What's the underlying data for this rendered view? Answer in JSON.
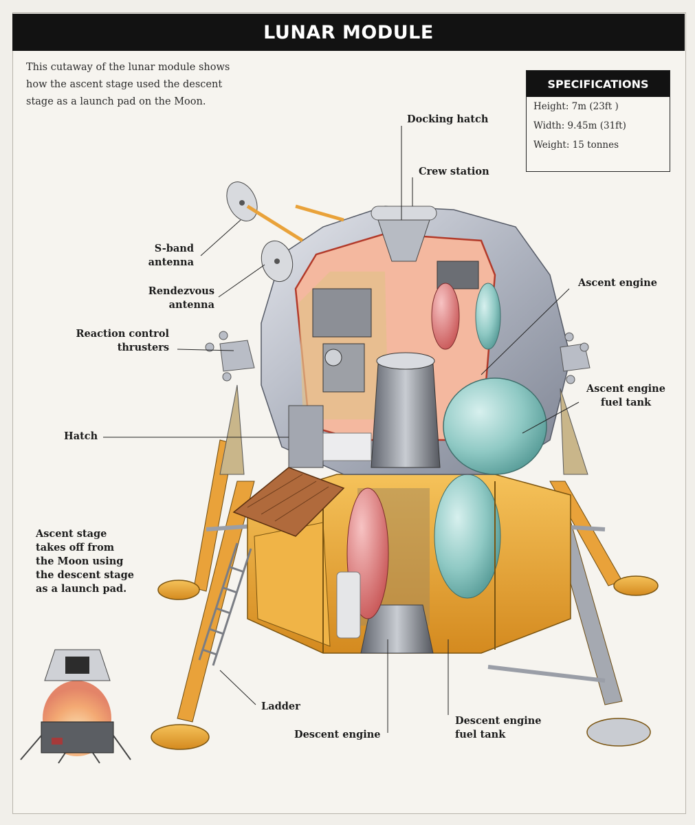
{
  "header": {
    "title": "LUNAR MODULE"
  },
  "intro": {
    "lines": [
      "This cutaway of the lunar module shows",
      "how the ascent stage used the descent",
      "stage as a launch pad on the Moon."
    ]
  },
  "specifications": {
    "heading": "SPECIFICATIONS",
    "rows": [
      "Height: 7m (23ft )",
      "Width: 9.45m (31ft)",
      "Weight: 15 tonnes"
    ]
  },
  "labels": {
    "docking_hatch": [
      "Docking hatch"
    ],
    "crew_station": [
      "Crew station"
    ],
    "s_band_antenna": [
      "S-band",
      "antenna"
    ],
    "rendezvous_antenna": [
      "Rendezvous",
      "antenna"
    ],
    "ascent_engine": [
      "Ascent engine"
    ],
    "reaction_control_thrusters": [
      "Reaction control",
      "thrusters"
    ],
    "ascent_engine_fuel_tank": [
      "Ascent engine",
      "fuel tank"
    ],
    "hatch": [
      "Hatch"
    ],
    "ascent_stage_note": [
      "Ascent stage",
      "takes off from",
      "the Moon using",
      "the descent stage",
      "as a launch pad."
    ],
    "ladder": [
      "Ladder"
    ],
    "descent_engine": [
      "Descent engine"
    ],
    "descent_engine_fuel_tank": [
      "Descent engine",
      "fuel tank"
    ]
  },
  "colors": {
    "header_bg": "#121212",
    "hull_silver": "#b9bdc6",
    "gold_foil": "#e8a531",
    "cabin_pink": "#f2b9a0",
    "tank_teal": "#8fc9c4",
    "tank_red": "#e07a7a",
    "leg_orange": "#e9a23a"
  }
}
